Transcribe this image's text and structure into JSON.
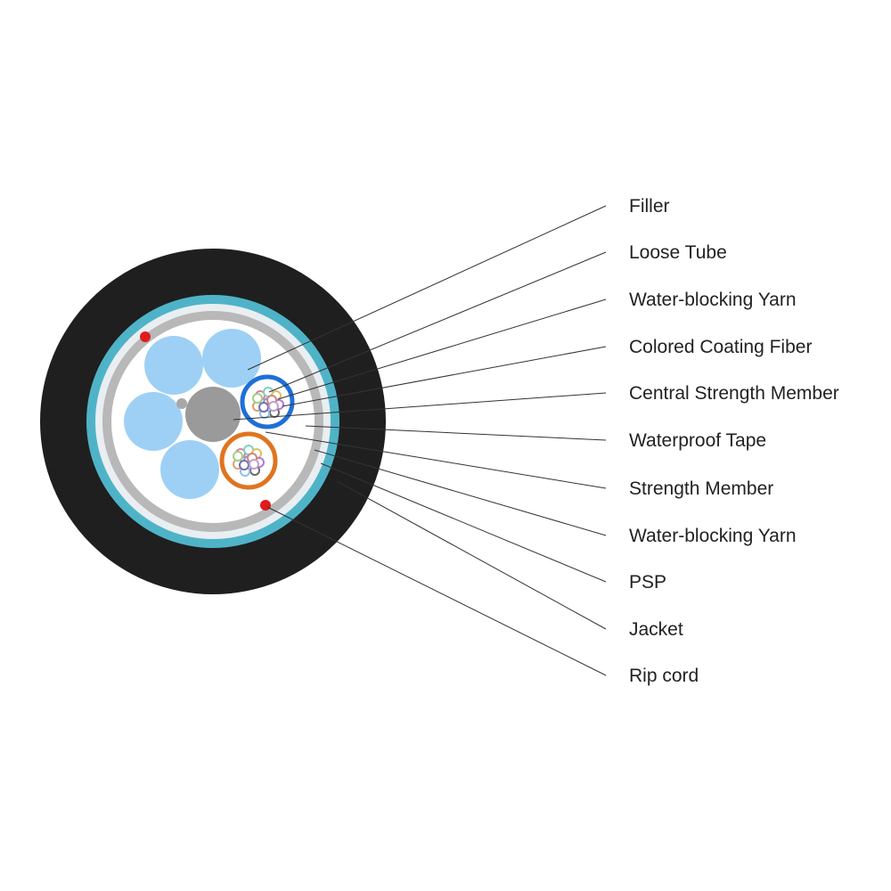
{
  "labels": [
    "Filler",
    "Loose Tube",
    "Water-blocking Yarn",
    "Colored Coating Fiber",
    "Central Strength Member",
    "Waterproof Tape",
    "Strength Member",
    "Water-blocking Yarn",
    "PSP",
    "Jacket",
    "Rip cord"
  ],
  "colors": {
    "jacket": "#1f1f1f",
    "psp": "#4fb3c8",
    "waterproof_tape": "#b8b8b8",
    "filler": "#9ed0f5",
    "central_strength_member": "#9a9a9a",
    "loose_tube_blue": "#1e6fd8",
    "loose_tube_orange": "#e0741e",
    "rip_cord": "#e01b1b"
  }
}
